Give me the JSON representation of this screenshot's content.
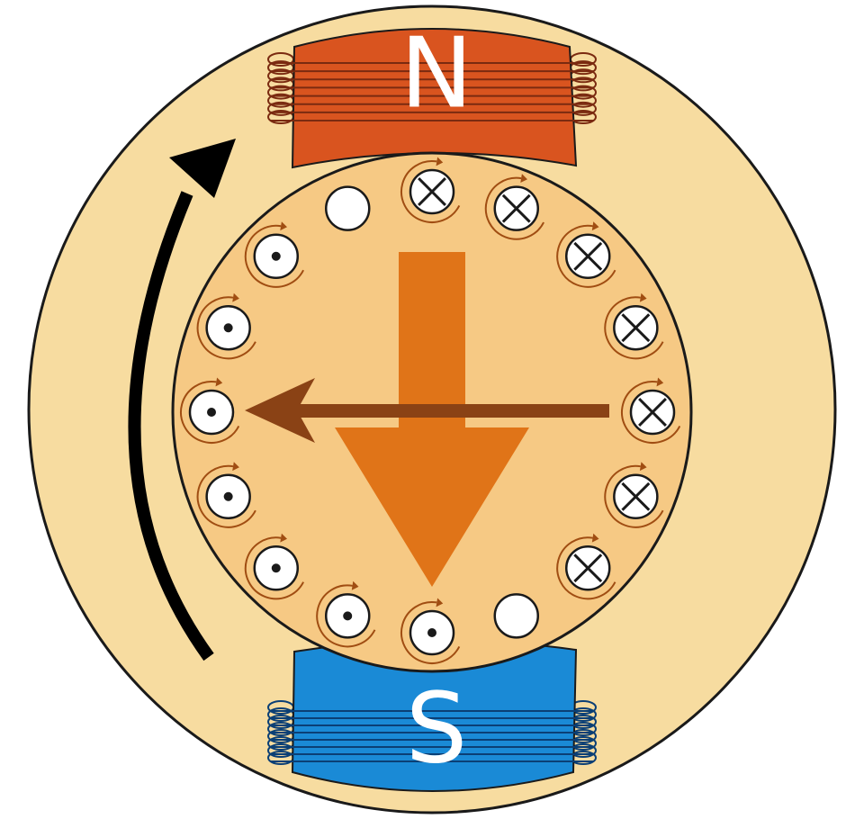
{
  "labels": {
    "north_pole": "N",
    "south_pole": "S"
  },
  "colors": {
    "stator": "#f7dca0",
    "rotor": "#f6c984",
    "north_pole": "#d9541f",
    "south_pole": "#1a8ad6",
    "winding_north": "#7a2a10",
    "winding_south": "#0b3f75",
    "field_arrow": "#e07418",
    "armature_arrow": "#8a4215",
    "current_loop": "#a04d12",
    "rotation_arrow": "#000000",
    "outline": "#1a1a1a"
  },
  "icons": {
    "current_into_page": "cross-in-circle-icon",
    "current_out_of_page": "dot-in-circle-icon",
    "no_current": "empty-circle-icon"
  },
  "conductors": [
    "in",
    "in",
    "in",
    "in",
    "in",
    "in",
    "in",
    "none",
    "out",
    "out",
    "out",
    "out",
    "out",
    "out",
    "out",
    "none"
  ]
}
